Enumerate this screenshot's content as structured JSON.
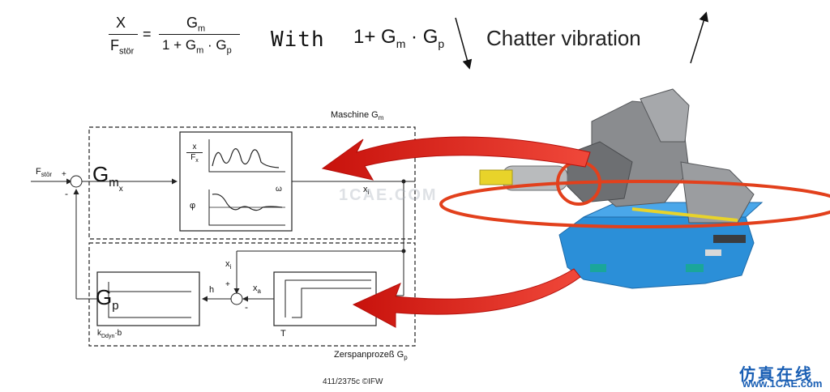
{
  "formula": {
    "lhs_num": "X",
    "lhs_den_main": "F",
    "lhs_den_sub": "stör",
    "equals": "=",
    "rhs_num_main": "G",
    "rhs_num_sub": "m",
    "rhs_den": "1 + G",
    "rhs_den_sub1": "m",
    "rhs_den_mid": " · G",
    "rhs_den_sub2": "p",
    "with_label": "With",
    "expr_main": "1+ G",
    "expr_sub1": "m",
    "expr_mid": " · G",
    "expr_sub2": "p",
    "chatter_label": "Chatter vibration"
  },
  "diagram": {
    "machine_label_main": "Maschine G",
    "machine_label_sub": "m",
    "process_label": "Zerspanprozeß G",
    "process_label_sub": "p",
    "input_main": "F",
    "input_sub": "stör",
    "plus": "+",
    "minus": "-",
    "gm_main": "G",
    "gm_sub": "m",
    "gm_sub2": "x",
    "gp_main": "G",
    "gp_sub": "p",
    "x_over_fx_top": "x",
    "x_over_fx_bot_main": "F",
    "x_over_fx_bot_sub": "x",
    "phi": "φ",
    "omega": "ω",
    "xi_main": "x",
    "xi_sub": "i",
    "xi2_main": "x",
    "xi2_sub": "i",
    "xa_main": "x",
    "xa_sub": "a",
    "h": "h",
    "t_label": "T",
    "kdyn_main": "k",
    "kdyn_sub": "Ddyn",
    "kdyn_tail": "·b",
    "caption": "411/2375c ©IFW"
  },
  "watermark": {
    "center": "1CAE.COM",
    "brand_cn": "仿真在线",
    "brand_url": "www.1CAE.com"
  },
  "colors": {
    "arrow_red": "#e8281f",
    "ellipse_red": "#e2401c",
    "machine_blue": "#2b8fd8",
    "machine_gray": "#8a8c8f",
    "watermark_blue": "#1a5fb4",
    "diagram_line": "#222222"
  }
}
